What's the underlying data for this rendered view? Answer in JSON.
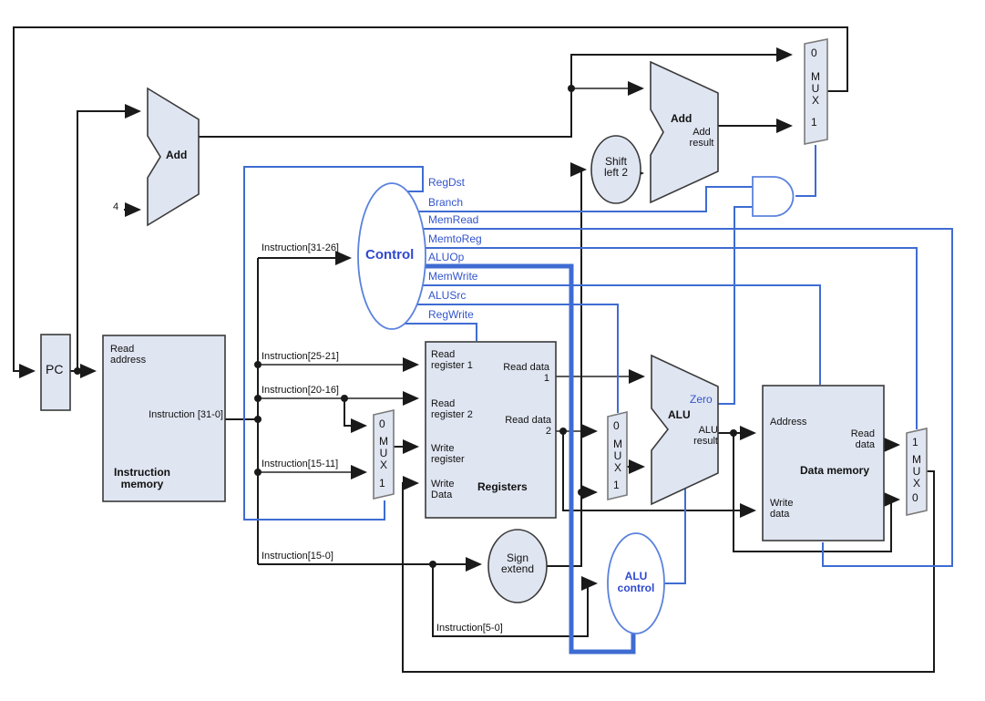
{
  "pc": {
    "label": "PC"
  },
  "constant_four": "4",
  "adder1": {
    "label": "Add"
  },
  "adder2": {
    "label": "Add",
    "result": "Add result"
  },
  "shift": {
    "label": "Shift left 2"
  },
  "sign_extend": {
    "label": "Sign extend"
  },
  "control": {
    "label": "Control",
    "signals": [
      "RegDst",
      "Branch",
      "MemRead",
      "MemtoReg",
      "ALUOp",
      "MemWrite",
      "ALUSrc",
      "RegWrite"
    ]
  },
  "alu_control": {
    "label": "ALU control"
  },
  "alu": {
    "label": "ALU",
    "zero": "Zero",
    "result": "ALU result"
  },
  "instruction_memory": {
    "title": "Instruction memory",
    "read_address": "Read address",
    "instruction": "Instruction [31-0]"
  },
  "instruction_fields": {
    "f31_26": "Instruction[31-26]",
    "f25_21": "Instruction[25-21]",
    "f20_16": "Instruction[20-16]",
    "f15_11": "Instruction[15-11]",
    "f15_0": "Instruction[15-0]",
    "f5_0": "Instruction[5-0]"
  },
  "registers": {
    "title": "Registers",
    "read_register_1": "Read register 1",
    "read_register_2": "Read register 2",
    "write_register": "Write register",
    "write_data": "Write Data",
    "read_data_1": "Read data 1",
    "read_data_2": "Read data 2"
  },
  "data_memory": {
    "title": "Data memory",
    "address": "Address",
    "write_data": "Write data",
    "read_data": "Read data"
  },
  "muxes": {
    "letters": "MUX",
    "top_right": {
      "in0": "0",
      "in1": "1"
    },
    "regdst": {
      "in0": "0",
      "in1": "1"
    },
    "alusrc": {
      "in0": "0",
      "in1": "1"
    },
    "memtoreg": {
      "in_top": "1",
      "in_bottom": "0"
    }
  },
  "colors": {
    "wire_black": "#1a1a1a",
    "wire_gray": "#5a5a5a",
    "control_blue": "#3f6cd2",
    "text_blue": "#2f49cf",
    "block_fill": "#dfe5f1"
  }
}
